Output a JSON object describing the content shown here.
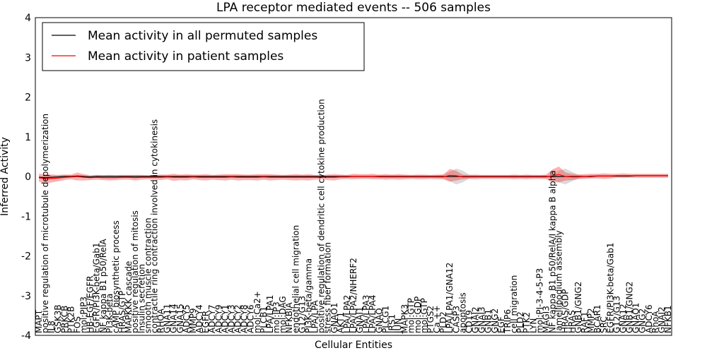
{
  "chart_data": {
    "type": "line",
    "title": "LPA receptor mediated events -- 506 samples",
    "xlabel": "Cellular Entities",
    "ylabel": "Inferred Activity",
    "ylim": [
      -4,
      4
    ],
    "yticks": [
      -4,
      -3,
      -2,
      -1,
      0,
      1,
      2,
      3,
      4
    ],
    "legend_position": "top-left",
    "categories": [
      "MAPT",
      "positive regulation of microtubule depolymerization",
      "IL8",
      "GSK3B",
      "PRKCB",
      "PTK2B",
      "FOS",
      "mol:PIP3",
      "HB-EGF/EGFR",
      "EGFR/PI3K-beta/Gab1",
      "NF kappa B1 p50/RelA",
      "PI3K-beta",
      "cAMP biosynthetic process",
      "HRAS/GTP",
      "MAPKKK cascade",
      "positive regulation of mitosis",
      "insulin secretion",
      "smooth muscle contraction",
      "contractile ring contraction involved in cytokinesis",
      "RHOA",
      "GNA11",
      "GNA14",
      "GNA15",
      "ADCY5",
      "MMP9",
      "ADCY4",
      "EGFR",
      "ADCY7",
      "ADCY9",
      "ADCY1",
      "ADCY3",
      "ADCY2",
      "ADCY8",
      "ADCY6",
      "mol:Ca2+",
      "PLCB1",
      "LPA/LPA1",
      "mol:IP3",
      "mol:DAG",
      "NFKBIA",
      "endothelial cell migration",
      "G12/G13",
      "PI3K-beta/gamma",
      "LPA/LPA",
      "positive regulation of dendritic cell cytokine production",
      "stress fiber formation",
      "GNAO1",
      "AKT1",
      "LPA/LPA2",
      "LPA/LPA2/NHERF2",
      "GNAI1",
      "LPA/LPA3",
      "LPA/LPA4",
      "GNAQ",
      "PLCG1",
      "IRS1",
      "JUN",
      "MAPK3",
      "mol:GTP",
      "mol:GDP",
      "mol:GTP",
      "PTGS2",
      "Ca ++",
      "PLD2",
      "LPA/LPA1/GNA12",
      "CASP3",
      "apoptosis",
      "CD19",
      "GNAI2",
      "GNAI3",
      "GNB1",
      "GNG2",
      "EGF",
      "TRIP6",
      "cell migration",
      "PLD2",
      "PTK2",
      "LYN",
      "mol:PI-3-4-5-P3",
      "MAGI3",
      "NF kappa B1 p50/RelA/I kappa B alpha",
      "lamellipodium assembly",
      "HRAS/GDP",
      "HRAS",
      "GNB1/GNG2",
      "RAF1",
      "MMP2",
      "BCAR1",
      "SRC",
      "EGFR/PI3K-beta/Gab1",
      "G12/G13",
      "GNA12",
      "GNB1/GNG2",
      "GNAO1",
      "GNG2",
      "ADCY6",
      "RhoA",
      "GNAI2",
      "NFKB1"
    ],
    "axis_labels": [
      "MAPT",
      "positive regulation of microtubule depolymerization",
      "IL8",
      "GSK3B",
      "PRKCB",
      "PTK2B",
      "FOS",
      "mol:PIP3",
      "HB-EGF/EGFR",
      "EGFR/PI3K-beta/Gab1",
      "NF kappa B1 p50/RelA",
      "PI3K-beta",
      "cAMP biosynthetic process",
      "HRAS/GTP",
      "MAPKKK cascade",
      "positive regulation of mitosis",
      "insulin secretion",
      "smooth muscle contraction",
      "contractile ring contraction involved in cytokinesis",
      "RHOA",
      "GNA11",
      "GNA14",
      "GNA15",
      "ADCY5",
      "MMP9",
      "ADCY4",
      "EGFR",
      "ADCY7",
      "ADCY9",
      "ADCY1",
      "ADCY3",
      "ADCY2",
      "ADCY8",
      "ADCY6",
      "mol:Ca2+",
      "PLCB1",
      "LPA/LPA1",
      "mol:IP3",
      "mol:DAG",
      "NFKBIA",
      "endothelial cell migration",
      "G12/G13",
      "PI3K-beta/gamma",
      "LPA/LPA",
      "positive regulation of dendritic cell cytokine production",
      "stress fiber formation",
      "GNAO1",
      "AKT1",
      "LPA/LPA2",
      "LPA/LPA2/NHERF2",
      "GNAI1",
      "LPA/LPA3",
      "LPA/LPA4",
      "GNAQ",
      "PLCG1",
      "IRS1",
      "JUN",
      "MAPK3",
      "mol:GTP",
      "mol:GDP",
      "mol:GTP",
      "PTGS2",
      "Ca ++",
      "PLD2",
      "LPA/LPA1/GNA12",
      "CASP3",
      "apoptosis",
      "CD19",
      "GNAI2",
      "GNAI3",
      "GNB1",
      "GNG2",
      "EGF",
      "TRIP6",
      "cell migration",
      "PLD2",
      "PTK2",
      "LYN",
      "mol:PI-3-4-5-P3",
      "MAGI3",
      "NF kappa B1 p50/RelA/I kappa B alpha",
      "lamellipodium assembly",
      "HRAS/GDP",
      "HRAS",
      "GNB1/GNG2",
      "RAF1",
      "MMP2",
      "BCAR1",
      "SRC",
      "EGFR/PI3K-beta/Gab1",
      "G12/G13",
      "GNA12",
      "GNB1/GNG2",
      "GNAO1",
      "GNG2",
      "ADCY6",
      "RhoA",
      "GNAI2",
      "NFKB1"
    ],
    "series": [
      {
        "name": "Mean activity in all permuted samples",
        "color": "#000000",
        "values": [
          -0.02,
          -0.03,
          -0.02,
          -0.01,
          0.0,
          0.0,
          0.01,
          0.0,
          -0.01,
          0.0,
          0.0,
          0.0,
          0.0,
          0.0,
          0.0,
          0.0,
          0.0,
          0.0,
          0.0,
          0.0,
          0.0,
          0.0,
          0.0,
          0.0,
          0.0,
          0.0,
          0.0,
          0.0,
          0.0,
          0.0,
          0.0,
          0.0,
          0.0,
          0.0,
          0.0,
          0.0,
          0.0,
          0.0,
          0.0,
          0.0,
          0.0,
          0.0,
          0.0,
          0.0,
          0.0,
          0.0,
          0.0,
          0.0,
          0.0,
          0.0,
          0.0,
          0.0,
          0.0,
          0.0,
          0.0,
          0.0,
          0.0,
          0.0,
          0.0,
          0.0,
          0.0,
          0.0,
          0.0,
          0.0,
          0.0,
          0.0,
          0.0,
          0.0,
          0.0,
          0.0,
          0.0,
          0.0,
          0.0,
          0.0,
          0.0,
          0.0,
          0.0,
          0.0,
          0.0,
          0.0,
          0.0,
          0.0,
          0.0,
          0.0,
          0.0,
          0.0,
          0.0,
          0.01,
          0.01,
          0.01,
          0.01,
          0.01,
          0.01,
          0.02,
          0.02,
          0.02,
          0.02,
          0.02,
          0.02
        ],
        "spread": [
          0.03,
          0.05,
          0.05,
          0.04,
          0.04,
          0.03,
          0.03,
          0.03,
          0.03,
          0.03,
          0.03,
          0.03,
          0.03,
          0.03,
          0.03,
          0.03,
          0.03,
          0.03,
          0.03,
          0.03,
          0.03,
          0.03,
          0.03,
          0.03,
          0.03,
          0.03,
          0.03,
          0.03,
          0.03,
          0.03,
          0.03,
          0.03,
          0.03,
          0.03,
          0.03,
          0.03,
          0.03,
          0.03,
          0.03,
          0.03,
          0.03,
          0.03,
          0.03,
          0.03,
          0.03,
          0.03,
          0.03,
          0.03,
          0.03,
          0.03,
          0.03,
          0.03,
          0.03,
          0.03,
          0.03,
          0.03,
          0.03,
          0.03,
          0.03,
          0.03,
          0.03,
          0.03,
          0.03,
          0.05,
          0.12,
          0.2,
          0.15,
          0.05,
          0.03,
          0.03,
          0.03,
          0.03,
          0.03,
          0.03,
          0.03,
          0.03,
          0.03,
          0.03,
          0.03,
          0.03,
          0.06,
          0.15,
          0.2,
          0.12,
          0.05,
          0.03,
          0.03,
          0.03,
          0.03,
          0.03,
          0.03,
          0.03,
          0.03,
          0.03,
          0.03,
          0.03,
          0.03,
          0.03,
          0.03
        ]
      },
      {
        "name": "Mean activity in patient samples",
        "color": "#ff0000",
        "values": [
          -0.03,
          -0.06,
          -0.05,
          -0.04,
          -0.02,
          -0.01,
          0.0,
          -0.02,
          -0.03,
          -0.02,
          -0.03,
          -0.03,
          -0.03,
          -0.02,
          -0.02,
          -0.03,
          -0.02,
          -0.02,
          -0.02,
          -0.02,
          -0.01,
          -0.02,
          -0.02,
          -0.02,
          -0.01,
          -0.02,
          -0.02,
          -0.02,
          -0.02,
          -0.02,
          -0.01,
          -0.02,
          -0.02,
          -0.02,
          -0.02,
          -0.01,
          -0.02,
          -0.02,
          -0.02,
          -0.02,
          -0.02,
          -0.02,
          -0.02,
          -0.02,
          -0.02,
          -0.02,
          -0.02,
          -0.01,
          -0.01,
          0.0,
          0.0,
          0.0,
          0.0,
          -0.01,
          -0.01,
          -0.01,
          -0.01,
          -0.01,
          -0.01,
          -0.01,
          -0.01,
          -0.01,
          -0.01,
          -0.01,
          0.03,
          0.02,
          -0.01,
          -0.01,
          -0.01,
          -0.01,
          -0.01,
          -0.01,
          -0.01,
          -0.01,
          -0.01,
          -0.01,
          -0.01,
          -0.01,
          -0.01,
          -0.01,
          0.02,
          0.05,
          0.0,
          -0.01,
          -0.01,
          0.0,
          0.01,
          0.01,
          0.01,
          0.01,
          0.02,
          0.02,
          0.02,
          0.02,
          0.02,
          0.02,
          0.02,
          0.02,
          0.02
        ],
        "spread": [
          0.1,
          0.12,
          0.1,
          0.08,
          0.07,
          0.06,
          0.1,
          0.08,
          0.06,
          0.06,
          0.06,
          0.07,
          0.06,
          0.06,
          0.06,
          0.07,
          0.06,
          0.05,
          0.06,
          0.07,
          0.06,
          0.09,
          0.07,
          0.08,
          0.06,
          0.07,
          0.08,
          0.06,
          0.07,
          0.08,
          0.07,
          0.08,
          0.07,
          0.07,
          0.08,
          0.07,
          0.08,
          0.07,
          0.06,
          0.07,
          0.08,
          0.07,
          0.08,
          0.06,
          0.05,
          0.07,
          0.08,
          0.06,
          0.05,
          0.07,
          0.06,
          0.06,
          0.07,
          0.06,
          0.07,
          0.06,
          0.07,
          0.06,
          0.05,
          0.06,
          0.06,
          0.05,
          0.06,
          0.06,
          0.16,
          0.12,
          0.06,
          0.05,
          0.06,
          0.05,
          0.05,
          0.05,
          0.05,
          0.05,
          0.06,
          0.05,
          0.06,
          0.05,
          0.05,
          0.06,
          0.16,
          0.2,
          0.1,
          0.08,
          0.06,
          0.06,
          0.06,
          0.06,
          0.07,
          0.06,
          0.05,
          0.06,
          0.05,
          0.05,
          0.05,
          0.05,
          0.05,
          0.05,
          0.05
        ]
      }
    ]
  }
}
